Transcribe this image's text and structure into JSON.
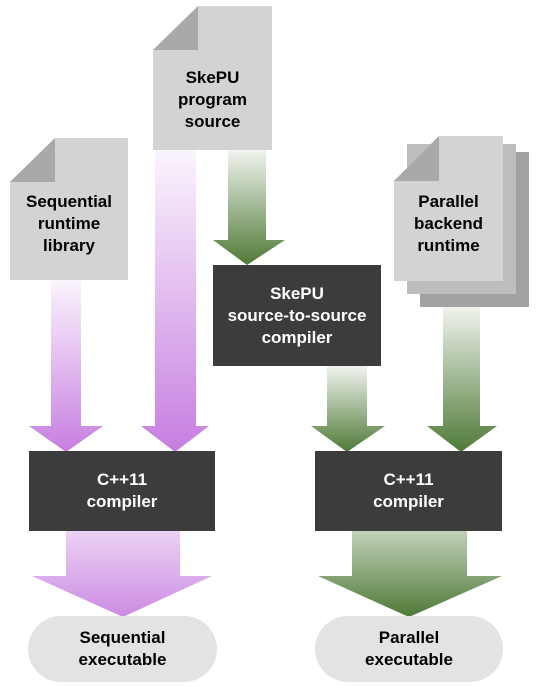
{
  "nodes": {
    "skepu_source": {
      "lines": [
        "SkePU",
        "program",
        "source"
      ]
    },
    "sequential_runtime": {
      "lines": [
        "Sequential",
        "runtime",
        "library"
      ]
    },
    "parallel_runtime": {
      "lines": [
        "Parallel",
        "backend",
        "runtime"
      ]
    },
    "source_compiler": {
      "lines": [
        "SkePU",
        "source-to-source",
        "compiler"
      ]
    },
    "cpp_compiler_left": {
      "lines": [
        "C++11",
        "compiler"
      ]
    },
    "cpp_compiler_right": {
      "lines": [
        "C++11",
        "compiler"
      ]
    },
    "sequential_exe": {
      "lines": [
        "Sequential",
        "executable"
      ]
    },
    "parallel_exe": {
      "lines": [
        "Parallel",
        "executable"
      ]
    }
  },
  "colors": {
    "document_fill": "#d3d3d3",
    "document_fold": "#a9a9a9",
    "compiler_box": "#3c3c3c",
    "purple_arrow": "#c77ee0",
    "green_arrow": "#4f7a37",
    "executable_fill": "#e3e3e3"
  }
}
